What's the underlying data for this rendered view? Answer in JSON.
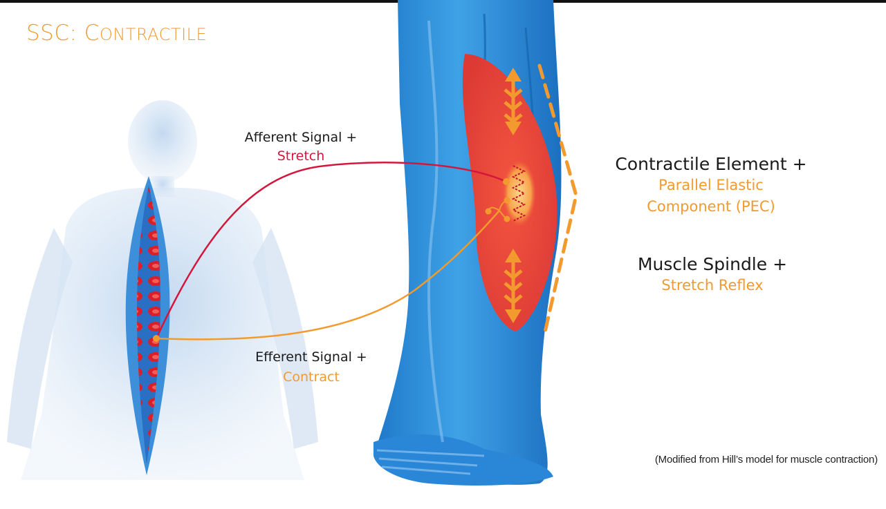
{
  "slide": {
    "title_main": "SSC: C",
    "title_rest": "ONTRACTILE"
  },
  "labels": {
    "afferent_line1": "Afferent Signal +",
    "afferent_line2": "Stretch",
    "efferent_line1": "Efferent Signal +",
    "efferent_line2": "Contract",
    "contractile_line1": "Contractile Element +",
    "contractile_line2": "Parallel Elastic",
    "contractile_line3": "Component (PEC)",
    "spindle_line1": "Muscle Spindle +",
    "spindle_line2": "Stretch Reflex",
    "credit": "(Modified from Hill’s model for muscle contraction)"
  },
  "colors": {
    "accent_orange": "#f29a2e",
    "accent_red": "#d4163c",
    "anatomy_blue": "#2f8fdc",
    "muscle_red": "#e8413a"
  }
}
